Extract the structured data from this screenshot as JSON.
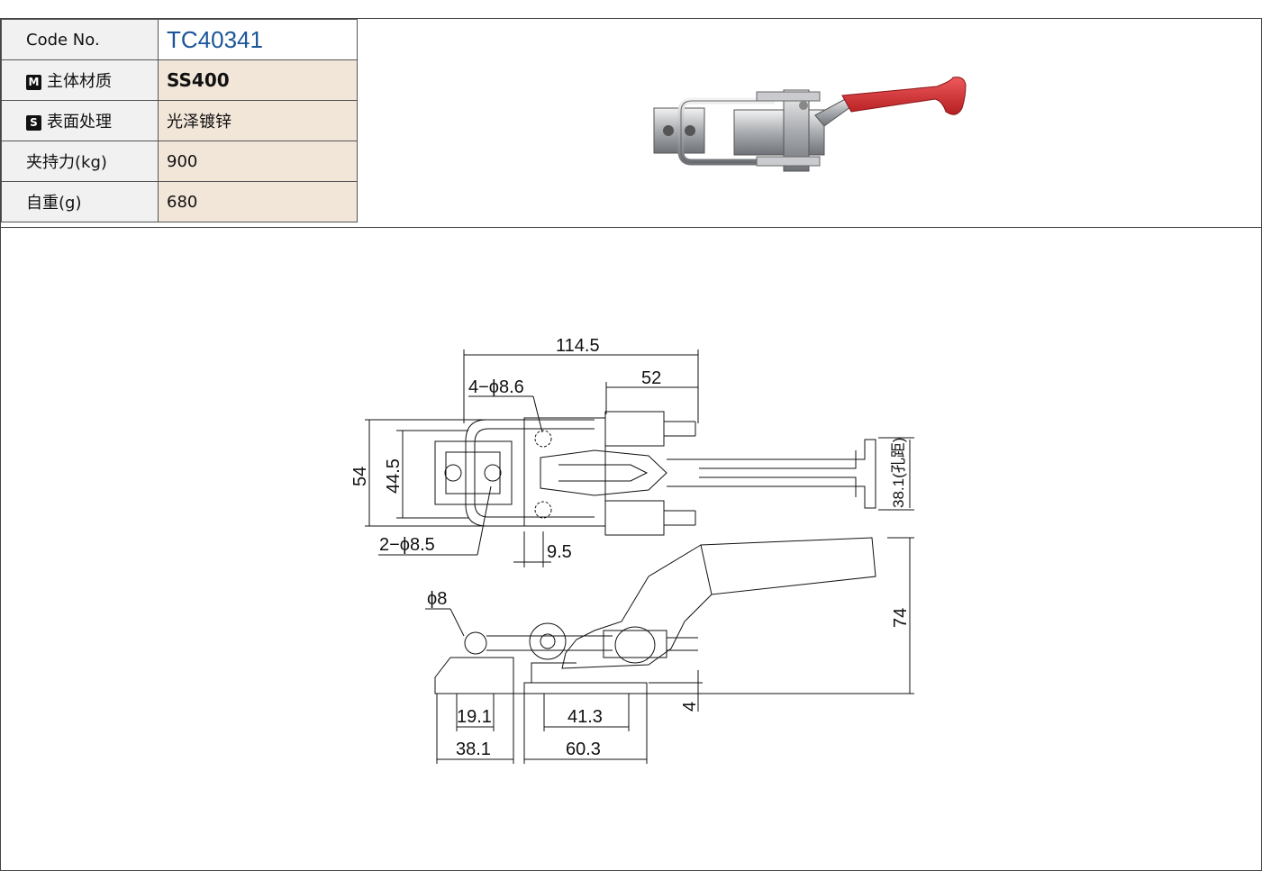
{
  "spec": {
    "code_label": "Code No.",
    "code_value": "TC40341",
    "material_badge": "M",
    "material_label": "主体材质",
    "material_value": "SS400",
    "surface_badge": "S",
    "surface_label": "表面处理",
    "surface_value": "光泽镀锌",
    "force_label": "夹持力(kg)",
    "force_value": "900",
    "weight_label": "自重(g)",
    "weight_value": "680"
  },
  "drawing": {
    "dim_overall_length": "114.5",
    "dim_52": "52",
    "dim_holes_top": "4−ϕ8.6",
    "dim_54": "54",
    "dim_44_5": "44.5",
    "dim_holes_bottom": "2−ϕ8.5",
    "dim_9_5": "9.5",
    "dim_hole_pitch": "38.1(孔距)",
    "dim_phi8": "ϕ8",
    "dim_74": "74",
    "dim_4": "4",
    "dim_19_1": "19.1",
    "dim_41_3": "41.3",
    "dim_38_1": "38.1",
    "dim_60_3": "60.3"
  },
  "colors": {
    "code_blue": "#1b5599",
    "value_bg": "#f2e6d9",
    "handle_red": "#d8282c"
  }
}
